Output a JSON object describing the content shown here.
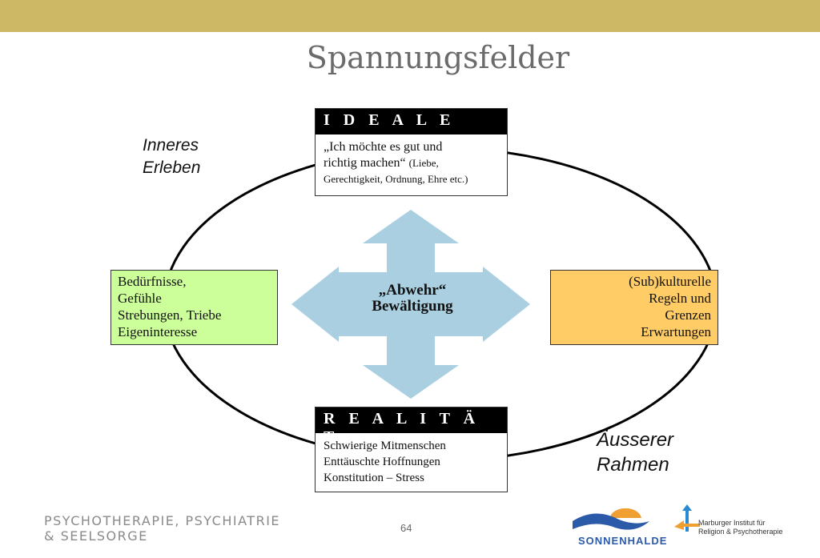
{
  "title": "Spannungsfelder",
  "labels": {
    "inner_line1": "Inneres",
    "inner_line2": "Erleben",
    "outer_line1": "Äusserer",
    "outer_line2": "Rahmen"
  },
  "ideale": {
    "heading": "I D E A L E",
    "line1": "„Ich möchte es gut und",
    "line2a": "richtig machen“ ",
    "line2b": "(Liebe,",
    "line3": "Gerechtigkeit, Ordnung, Ehre etc.)"
  },
  "realitaet": {
    "heading": "R E A L I T Ä T",
    "lines": [
      "Schwierige Mitmenschen",
      "Enttäuschte Hoffnungen",
      "Konstitution – Stress"
    ]
  },
  "left_box": {
    "lines": [
      "Bedürfnisse,",
      "Gefühle",
      "Strebungen, Triebe",
      "Eigeninteresse"
    ],
    "color": "#ccff99"
  },
  "right_box": {
    "lines": [
      "(Sub)kulturelle",
      "Regeln und",
      "Grenzen",
      "Erwartungen"
    ],
    "color": "#ffcc66"
  },
  "center": {
    "line1": "„Abwehr“",
    "line2": "Bewältigung",
    "arrow_color": "#a9cfe0"
  },
  "footer": {
    "line1": "PSYCHOTHERAPIE, PSYCHIATRIE",
    "line2": "& SEELSORGE",
    "page_number": "64"
  },
  "logos": {
    "sonnenhalde": "SONNENHALDE",
    "marburger_line1": "Marburger Institut für",
    "marburger_line2": "Religion & Psychotherapie"
  }
}
